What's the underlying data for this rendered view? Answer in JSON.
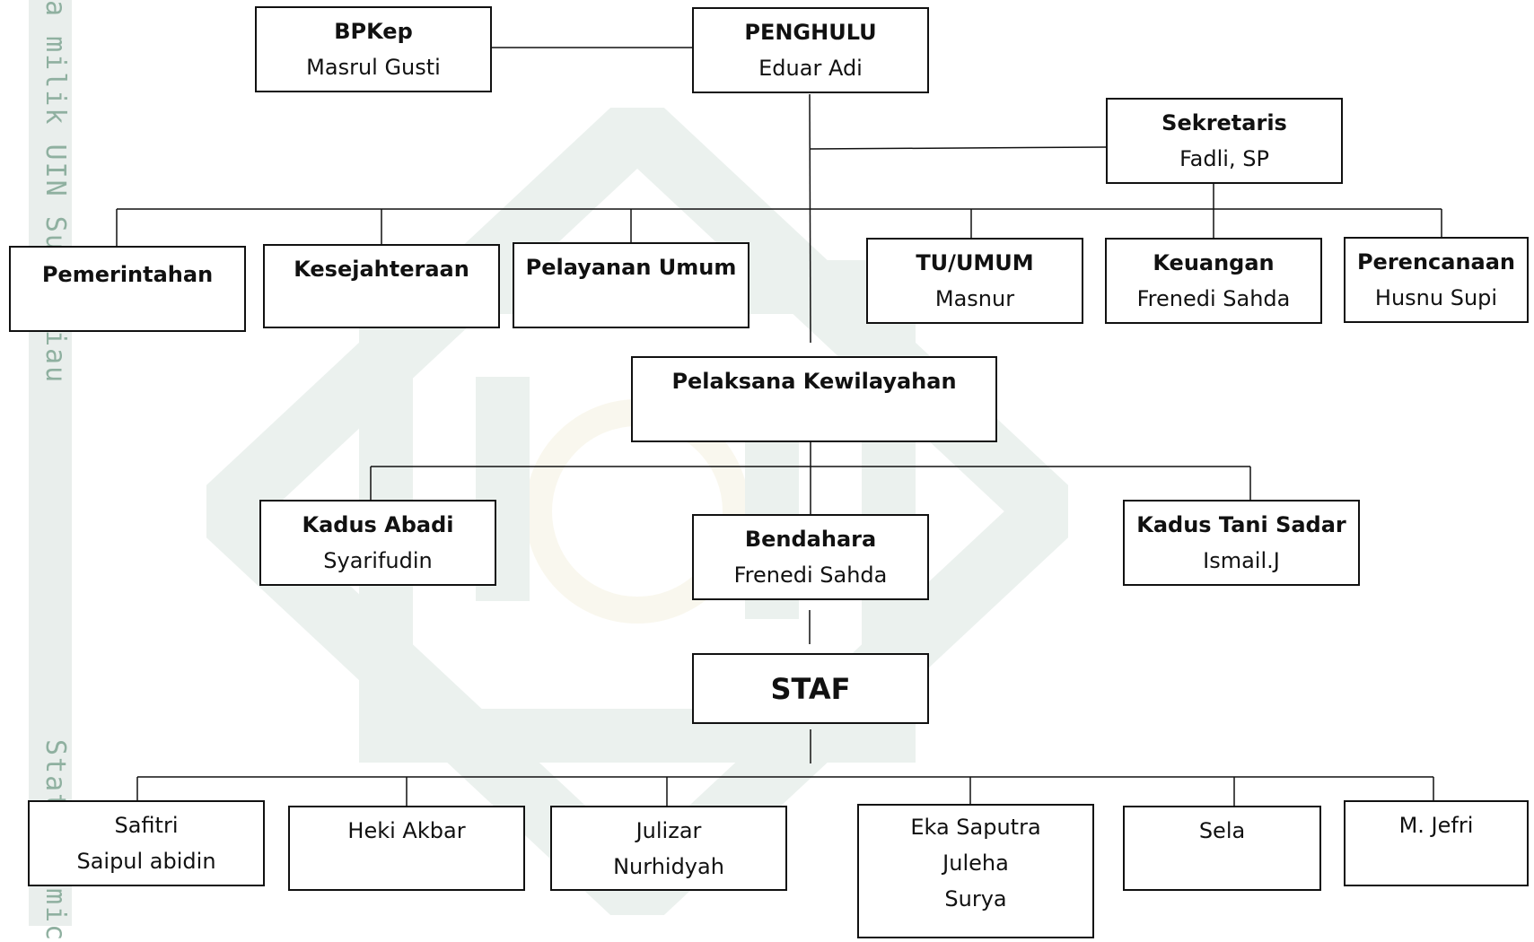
{
  "side_text": {
    "top": "a milik UIN Sus",
    "mid": "iau",
    "lower": "Stat",
    "bottom": "mic"
  },
  "nodes": {
    "bpkep": {
      "title": "BPKep",
      "name": "Masrul Gusti"
    },
    "penghulu": {
      "title": "PENGHULU",
      "name": "Eduar Adi"
    },
    "sekretaris": {
      "title": "Sekretaris",
      "name": "Fadli, SP"
    },
    "pemerintahan": {
      "title": "Pemerintahan"
    },
    "kesejahteraan": {
      "title": "Kesejahteraan"
    },
    "pelayanan_umum": {
      "title": "Pelayanan Umum"
    },
    "tu_umum": {
      "title": "TU/UMUM",
      "name": "Masnur"
    },
    "keuangan": {
      "title": "Keuangan",
      "name": "Frenedi Sahda"
    },
    "perencanaan": {
      "title": "Perencanaan",
      "name": "Husnu Supi"
    },
    "pelaksana_kewilayahan": {
      "title": "Pelaksana Kewilayahan"
    },
    "kadus_abadi": {
      "title": "Kadus Abadi",
      "name": "Syarifudin"
    },
    "bendahara": {
      "title": "Bendahara",
      "name": "Frenedi Sahda"
    },
    "kadus_tani_sadar": {
      "title": "Kadus Tani Sadar",
      "name": "Ismail.J"
    },
    "staf": {
      "title": "STAF"
    }
  },
  "staff_members": {
    "group1": [
      "Safitri",
      "Saipul abidin"
    ],
    "group2": [
      "Heki Akbar"
    ],
    "group3": [
      "Julizar",
      "Nurhidyah"
    ],
    "group4": [
      "Eka Saputra",
      "Juleha",
      "Surya"
    ],
    "group5": [
      "Sela"
    ],
    "group6": [
      "M. Jefri"
    ]
  }
}
